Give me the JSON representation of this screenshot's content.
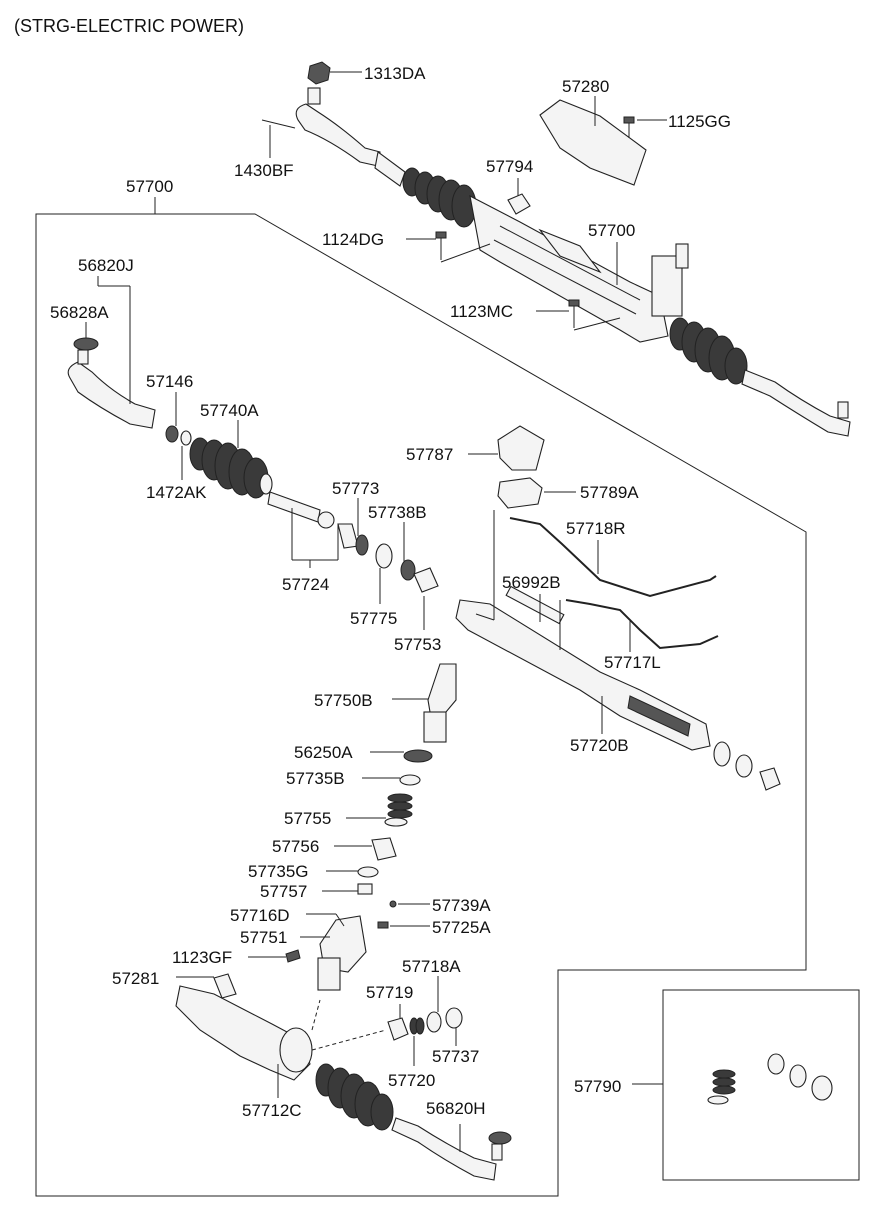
{
  "title": "(STRG-ELECTRIC POWER)",
  "parts": {
    "p1313DA": "1313DA",
    "p1430BF": "1430BF",
    "p57280": "57280",
    "p1125GG": "1125GG",
    "p57794": "57794",
    "p57700_top": "57700",
    "p1124DG": "1124DG",
    "p57700_right": "57700",
    "p1123MC": "1123MC",
    "p56820J": "56820J",
    "p56828A": "56828A",
    "p57146": "57146",
    "p57740A": "57740A",
    "p1472AK": "1472AK",
    "p57787": "57787",
    "p57789A": "57789A",
    "p57773": "57773",
    "p57738B": "57738B",
    "p57718R": "57718R",
    "p57724": "57724",
    "p56992B": "56992B",
    "p57775": "57775",
    "p57753": "57753",
    "p57717L": "57717L",
    "p57750B": "57750B",
    "p57720B": "57720B",
    "p56250A": "56250A",
    "p57735B": "57735B",
    "p57755": "57755",
    "p57756": "57756",
    "p57735G": "57735G",
    "p57757": "57757",
    "p57739A": "57739A",
    "p57716D": "57716D",
    "p57725A": "57725A",
    "p57751": "57751",
    "p1123GF": "1123GF",
    "p57718A": "57718A",
    "p57281": "57281",
    "p57719": "57719",
    "p57737": "57737",
    "p57720": "57720",
    "p57790": "57790",
    "p56820H": "56820H",
    "p57712C": "57712C"
  }
}
